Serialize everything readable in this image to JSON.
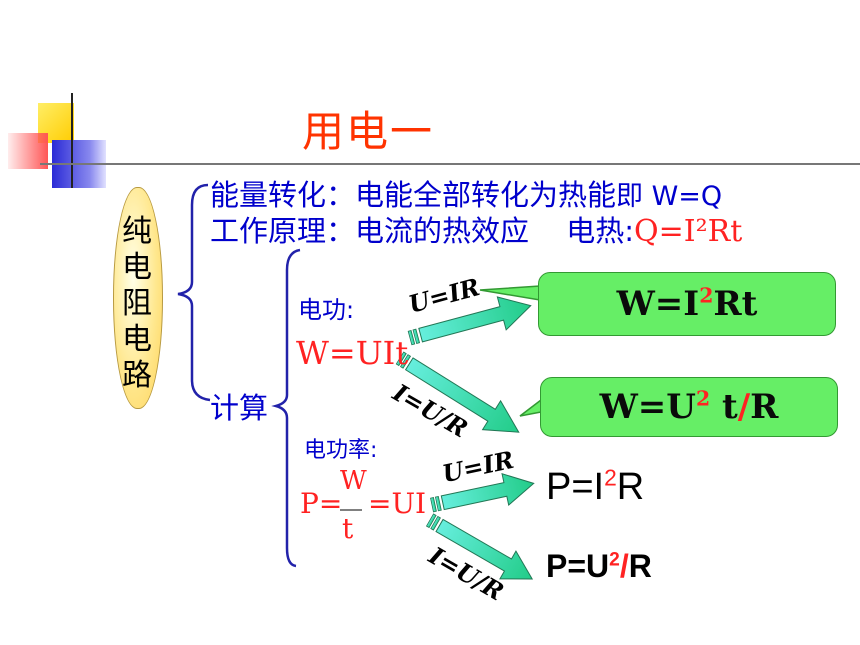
{
  "title": "用电一",
  "oval_label": "纯电阻电路",
  "conversion": {
    "text": "能量转化：电能全部转化为热能",
    "suffix": "即 W=Q"
  },
  "principle": {
    "text": "工作原理：电流的热效应",
    "heat_label": "电热:",
    "heat_formula": "Q=I²Rt"
  },
  "calc_label": "计算",
  "work": {
    "label": "电功:",
    "formula": "W=UIt",
    "arrow1": {
      "label": "U=IR",
      "result_base": "W=I",
      "result_sup": "2",
      "result_tail": "Rt"
    },
    "arrow2": {
      "label": "I=U/R",
      "result_base": "W=U",
      "result_sup": "2",
      "result_tail": " t",
      "result_slash": "/",
      "result_end": "R"
    }
  },
  "power": {
    "label": "电功率:",
    "prefix": "P=",
    "numerator": "W",
    "denominator": "t",
    "suffix": "=UI",
    "arrow1": {
      "label": "U=IR",
      "result_base": "P=I",
      "result_sup": "2",
      "result_tail": "R"
    },
    "arrow2": {
      "label": "I=U/R",
      "result_base": "P=U",
      "result_sup": "2",
      "result_slash": "/",
      "result_end": "R"
    }
  },
  "colors": {
    "title": "#ff3300",
    "body_text": "#0000cc",
    "formula_red": "#ff2222",
    "box_fill": "#66ee66",
    "arrow_fill": "#33dd99",
    "brace": "#2222aa"
  }
}
